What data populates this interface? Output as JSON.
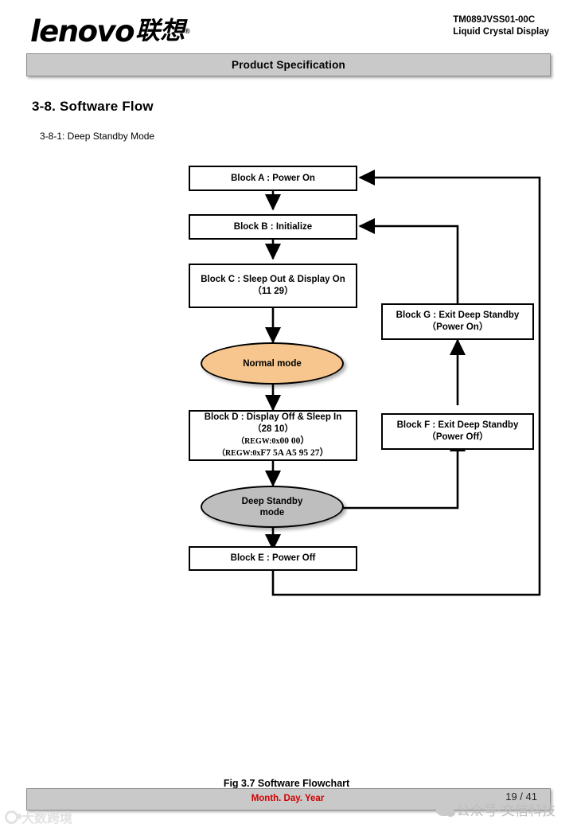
{
  "header": {
    "logo_text": "lenovo",
    "logo_cjk": "联想",
    "logo_registered": "®",
    "model_number": "TM089JVSS01-00C",
    "product_type": "Liquid Crystal Display"
  },
  "title_bar": {
    "label": "Product Specification"
  },
  "section": {
    "heading": "3-8. Software Flow",
    "subheading": "3-8-1:  Deep Standby Mode"
  },
  "flowchart": {
    "caption": "Fig 3.7  Software Flowchart",
    "nodes": {
      "block_a": {
        "label": "Block A : Power On"
      },
      "block_b": {
        "label": "Block B : Initialize"
      },
      "block_c": {
        "line1": "Block C : Sleep Out & Display  On",
        "line2": "（11  29）"
      },
      "normal_mode": {
        "label": "Normal mode",
        "fill": "#F7C68E"
      },
      "block_d": {
        "line1": "Block D : Display  Off & Sleep In",
        "line2": "（28   10）",
        "line3_prefix": "（REGW:0x",
        "line3_value": "00   00）",
        "line4_prefix": "（REGW:0x",
        "line4_value": "F7  5A  A5  95  27）"
      },
      "deep_standby_mode": {
        "line1": "Deep  Standby",
        "line2": "mode",
        "fill": "#BEBEBE"
      },
      "block_e": {
        "label": "Block E : Power Off"
      },
      "block_f": {
        "line1": "Block F : Exit Deep  Standby",
        "line2": "（Power Off）"
      },
      "block_g": {
        "line1": "Block G : Exit Deep  Standby",
        "line2": "（Power On）"
      }
    }
  },
  "footer": {
    "date_placeholder": "Month. Day. Year",
    "date_color": "#d00000",
    "page_number": "19 / 41",
    "watermark_wechat": "公众号·文信科技",
    "watermark_bottom_left": "大数跨境"
  }
}
